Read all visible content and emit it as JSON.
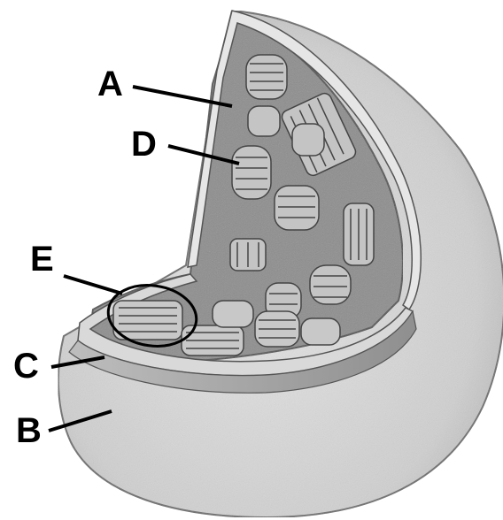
{
  "labels": {
    "A": "A",
    "B": "B",
    "C": "C",
    "D": "D",
    "E": "E"
  },
  "palette": {
    "outer_membrane": "#d4d4d4",
    "inner_surface": "#9d9d9d",
    "stroma": "#8a8a8a",
    "thylakoid": "#c9c9c9",
    "line": "#000000"
  }
}
